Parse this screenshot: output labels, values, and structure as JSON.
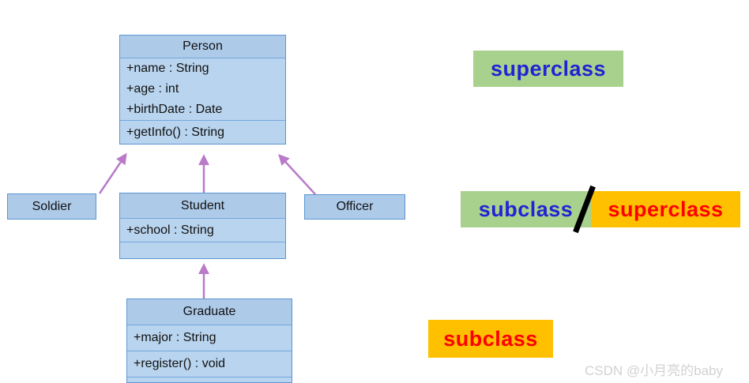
{
  "uml": {
    "person": {
      "name": "Person",
      "attributes": [
        "+name : String",
        "+age : int",
        "+birthDate : Date"
      ],
      "methods": [
        "+getInfo() : String"
      ]
    },
    "soldier": {
      "name": "Soldier"
    },
    "student": {
      "name": "Student",
      "attributes": [
        "+school : String"
      ]
    },
    "officer": {
      "name": "Officer"
    },
    "graduate": {
      "name": "Graduate",
      "attributes": [
        "+major : String"
      ],
      "methods": [
        "+register() : void"
      ]
    }
  },
  "annotations": {
    "superclass_top": "superclass",
    "subclass_mid": "subclass",
    "slash": "/",
    "superclass_mid": "superclass",
    "subclass_bottom": "subclass"
  },
  "watermark": "CSDN @小月亮的baby",
  "colors": {
    "box_fill": "#b9d4ee",
    "box_header_fill": "#adcae9",
    "box_border": "#5b96d2",
    "inheritance_arrow": "#ba7ac8",
    "label_green_bg": "#a9d18e",
    "label_gold_bg": "#ffc000",
    "label_blue_text": "#2323d2",
    "label_red_text": "#fe0000",
    "watermark_text": "#d2d2d2"
  }
}
